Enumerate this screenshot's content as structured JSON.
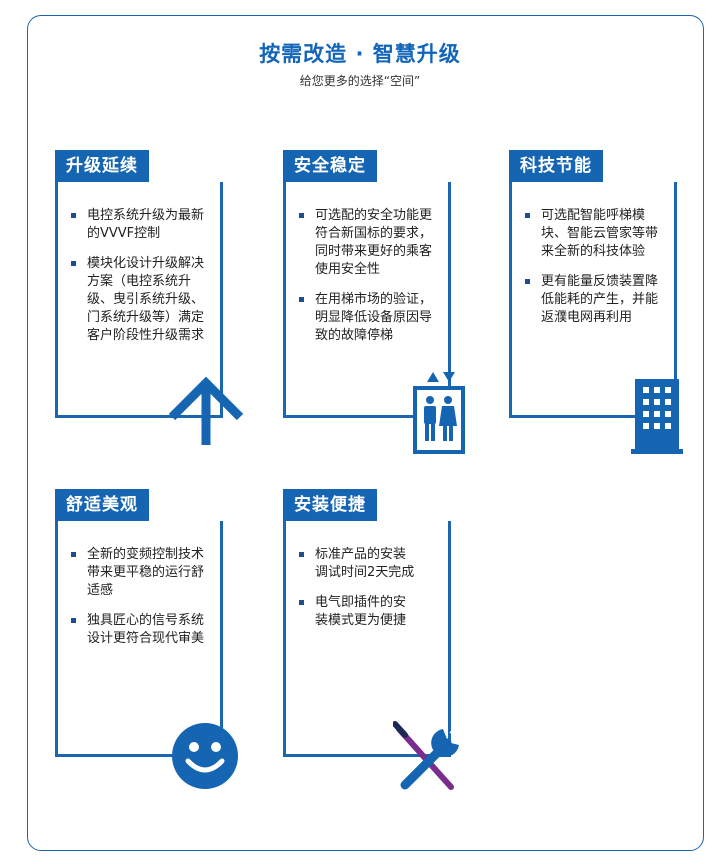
{
  "header": {
    "title": "按需改造 · 智慧升级",
    "subtitle": "给您更多的选择“空间”"
  },
  "cards": [
    {
      "title": "升级延续",
      "items": [
        "电控系统升级为最新的VVVF控制",
        "模块化设计升级解决方案（电控系统升级、曳引系统升级、门系统升级等）满定客户阶段性升级需求"
      ],
      "icon": "arrow-up-icon"
    },
    {
      "title": "安全稳定",
      "items": [
        "可选配的安全功能更符合新国标的要求，同时带来更好的乘客使用安全性",
        "在用梯市场的验证，明显降低设备原因导致的故障停梯"
      ],
      "icon": "elevator-icon"
    },
    {
      "title": "科技节能",
      "items": [
        "可选配智能呼梯模块、智能云管家等带来全新的科技体验",
        "更有能量反馈装置降低能耗的产生，并能返濮电网再利用"
      ],
      "icon": "building-icon"
    },
    {
      "title": "舒适美观",
      "items": [
        "全新的变频控制技术带来更平稳的运行舒适感",
        "独具匠心的信号系统设计更符合现代审美"
      ],
      "icon": "smiley-icon"
    },
    {
      "title": "安装便捷",
      "items": [
        "标准产品的安装调试时间2天完成",
        "电气即插件的安装模式更为便捷"
      ],
      "icon": "tools-icon"
    }
  ],
  "colors": {
    "primary": "#1565b3",
    "accent": "#7b2d8e"
  }
}
